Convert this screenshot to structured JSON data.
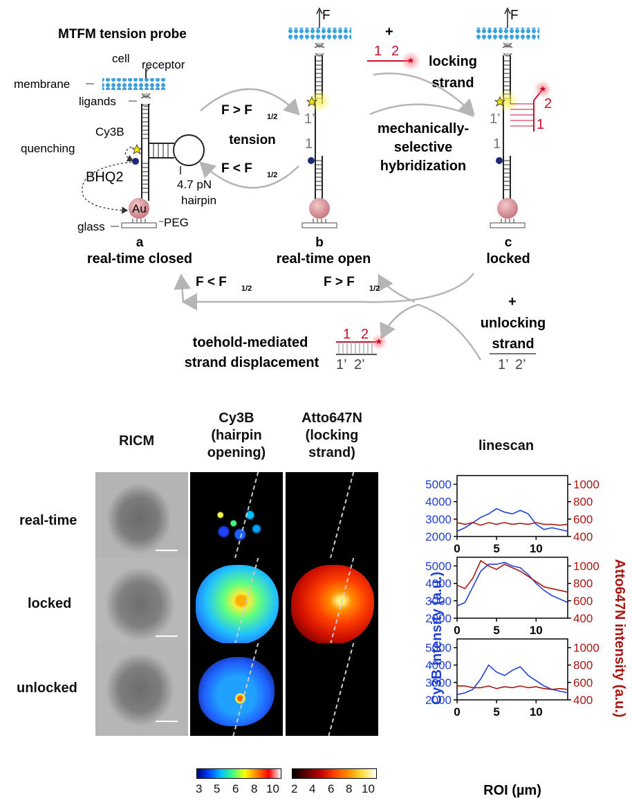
{
  "schematic": {
    "title": "MTFM tension probe",
    "labels": {
      "cell": "cell",
      "receptor": "receptor",
      "membrane": "membrane",
      "ligands": "ligands",
      "cy3b": "Cy3B",
      "quenching": "quenching",
      "bhq2": "BHQ2",
      "au": "Au",
      "hairpin_force": "4.7 pN",
      "hairpin": "hairpin",
      "glass": "glass",
      "peg": "PEG",
      "force": "F",
      "domain_1": "1",
      "domain_2": "2",
      "domain_1p": "1’",
      "domain_2p": "2’",
      "plus": "+"
    },
    "states": {
      "a_letter": "a",
      "a_name": "real-time closed",
      "b_letter": "b",
      "b_name": "real-time open",
      "c_letter": "c",
      "c_name": "locked"
    },
    "transitions": {
      "ab_top": "F > F",
      "ab_mid": "tension",
      "ab_bot": "F < F",
      "sub": "1/2",
      "locking_1": "locking",
      "locking_2": "strand",
      "msh_1": "mechanically-",
      "msh_2": "selective",
      "msh_3": "hybridization",
      "return_left": "F < F",
      "return_right": "F > F",
      "unlocking_1": "unlocking",
      "unlocking_2": "strand",
      "toehold_1": "toehold-mediated",
      "toehold_2": "strand displacement"
    },
    "colors": {
      "red_strand": "#c8102e",
      "bead": "#d99a9e",
      "membrane": "#3aa0dc",
      "arrow": "#b5b5b5"
    }
  },
  "imaging": {
    "col_headers": {
      "ricm": "RICM",
      "cy3b_1": "Cy3B",
      "cy3b_2": "(hairpin",
      "cy3b_3": "opening)",
      "atto_1": "Atto647N",
      "atto_2": "(locking",
      "atto_3": "strand)"
    },
    "row_labels": [
      "real-time",
      "locked",
      "unlocked"
    ],
    "colorbar_cy3b": {
      "ticks": [
        "3",
        "5",
        "6",
        "8",
        "10"
      ]
    },
    "colorbar_atto": {
      "ticks": [
        "2",
        "4",
        "6",
        "8",
        "10"
      ]
    }
  },
  "linescan": {
    "title": "linescan",
    "left_axis_label": "Cy3B intensity (a.u.)",
    "right_axis_label": "Atto647N intensity (a.u.)",
    "x_label": "ROI (µm)",
    "left_ticks": [
      "5000",
      "4000",
      "3000",
      "2000"
    ],
    "right_ticks": [
      "1000",
      "800",
      "600",
      "400"
    ],
    "x_ticks": [
      "0",
      "5",
      "10"
    ],
    "colors": {
      "cy3b": "#1f3fd6",
      "atto": "#a8160f"
    }
  },
  "chart_data": [
    {
      "type": "line",
      "title": "real-time",
      "xlabel": "ROI (µm)",
      "ylabel": "Cy3B intensity (a.u.)",
      "y2label": "Atto647N intensity (a.u.)",
      "xlim": [
        0,
        14
      ],
      "ylim": [
        2000,
        5500
      ],
      "y2lim": [
        400,
        1100
      ],
      "x": [
        0,
        1,
        2,
        3,
        4,
        5,
        6,
        7,
        8,
        9,
        10,
        11,
        12,
        13,
        14
      ],
      "series": [
        {
          "name": "Cy3B",
          "axis": "left",
          "values": [
            2300,
            2500,
            2800,
            3100,
            3300,
            3600,
            3400,
            3300,
            3500,
            3300,
            2700,
            2400,
            2500,
            2400,
            2300
          ]
        },
        {
          "name": "Atto647N",
          "axis": "right",
          "values": [
            560,
            540,
            560,
            530,
            560,
            540,
            560,
            540,
            550,
            540,
            560,
            540,
            540,
            530,
            540
          ]
        }
      ]
    },
    {
      "type": "line",
      "title": "locked",
      "xlabel": "ROI (µm)",
      "ylabel": "Cy3B intensity (a.u.)",
      "y2label": "Atto647N intensity (a.u.)",
      "xlim": [
        0,
        14
      ],
      "ylim": [
        2000,
        5500
      ],
      "y2lim": [
        400,
        1100
      ],
      "x": [
        0,
        1,
        2,
        3,
        4,
        5,
        6,
        7,
        8,
        9,
        10,
        11,
        12,
        13,
        14
      ],
      "series": [
        {
          "name": "Cy3B",
          "axis": "left",
          "values": [
            2700,
            2900,
            3800,
            4700,
            5100,
            5100,
            5200,
            5000,
            4900,
            4500,
            4000,
            3600,
            3300,
            3100,
            2900
          ]
        },
        {
          "name": "Atto647N",
          "axis": "right",
          "values": [
            780,
            740,
            860,
            1060,
            1000,
            960,
            1020,
            980,
            940,
            880,
            820,
            760,
            740,
            720,
            700
          ]
        }
      ]
    },
    {
      "type": "line",
      "title": "unlocked",
      "xlabel": "ROI (µm)",
      "ylabel": "Cy3B intensity (a.u.)",
      "y2label": "Atto647N intensity (a.u.)",
      "xlim": [
        0,
        14
      ],
      "ylim": [
        2000,
        5500
      ],
      "y2lim": [
        400,
        1100
      ],
      "x": [
        0,
        1,
        2,
        3,
        4,
        5,
        6,
        7,
        8,
        9,
        10,
        11,
        12,
        13,
        14
      ],
      "series": [
        {
          "name": "Cy3B",
          "axis": "left",
          "values": [
            2300,
            2400,
            2600,
            3200,
            4000,
            3600,
            3400,
            3700,
            3900,
            3400,
            3100,
            2800,
            2600,
            2500,
            2400
          ]
        },
        {
          "name": "Atto647N",
          "axis": "right",
          "values": [
            560,
            560,
            540,
            540,
            560,
            530,
            550,
            540,
            560,
            540,
            550,
            530,
            520,
            530,
            520
          ]
        }
      ]
    }
  ]
}
